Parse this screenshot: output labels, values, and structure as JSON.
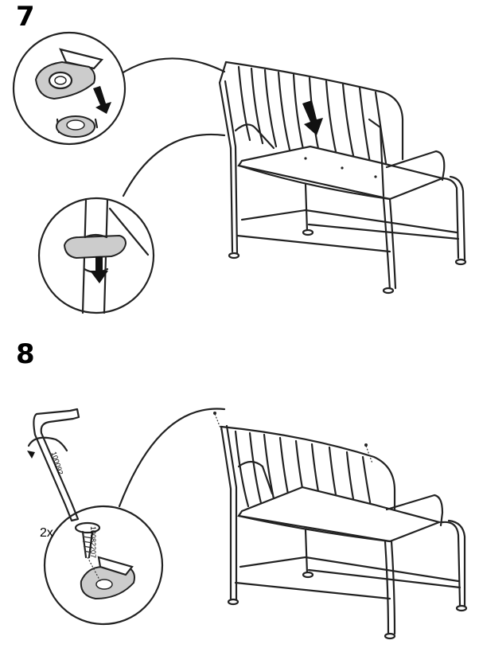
{
  "steps": [
    {
      "number": "7"
    },
    {
      "number": "8"
    }
  ],
  "step8": {
    "quantity": "2x",
    "tool_article": "100092",
    "screw_article": "10082207"
  },
  "icons": [
    "downward-arrow-icon",
    "rotation-arrow-icon",
    "allen-key",
    "screw",
    "bench-illustration"
  ]
}
